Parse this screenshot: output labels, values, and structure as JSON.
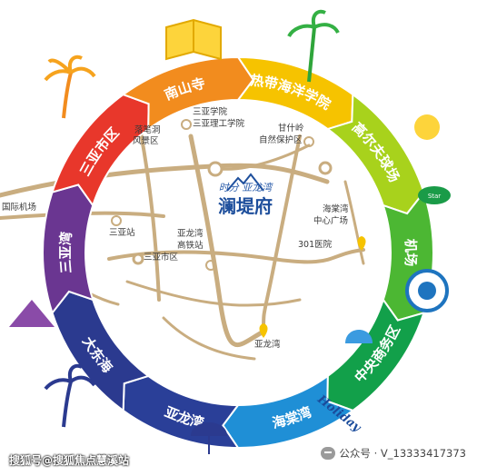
{
  "ring_segments": [
    {
      "label": "热带海洋学院",
      "color": "#f6c300"
    },
    {
      "label": "高尔夫球场",
      "color": "#a8d21c"
    },
    {
      "label": "机场",
      "color": "#4cb733"
    },
    {
      "label": "中央商务区",
      "color": "#12a04a"
    },
    {
      "label": "海棠湾",
      "color": "#1f8fd6"
    },
    {
      "label": "亚龙湾",
      "color": "#2a3f98"
    },
    {
      "label": "大东海",
      "color": "#2b3a8f"
    },
    {
      "label": "三亚湾",
      "color": "#6a3691"
    },
    {
      "label": "三亚市区",
      "color": "#e8372b"
    },
    {
      "label": "南山寺",
      "color": "#f28c1e"
    }
  ],
  "places": [
    {
      "name": "三亚学院"
    },
    {
      "name": "三亚理工学院"
    },
    {
      "name": "落笔洞"
    },
    {
      "name": "风景区"
    },
    {
      "name": "甘什岭"
    },
    {
      "name": "自然保护区"
    },
    {
      "name": "海棠湾"
    },
    {
      "name": "中心广场"
    },
    {
      "name": "301医院"
    },
    {
      "name": "国际机场"
    },
    {
      "name": "三亚站"
    },
    {
      "name": "三亚市区"
    },
    {
      "name": "亚龙湾"
    },
    {
      "name": "高铁站"
    },
    {
      "name": "亚龙湾"
    }
  ],
  "brand": {
    "sub": "时分 亚龙湾",
    "main": "澜堤府"
  },
  "decor": {
    "holiday": "Holiday",
    "star_badge": "Star"
  },
  "footer": {
    "left": "搜狐号@搜狐焦点慧溪站",
    "right": "公众号 · V_13333417373"
  }
}
